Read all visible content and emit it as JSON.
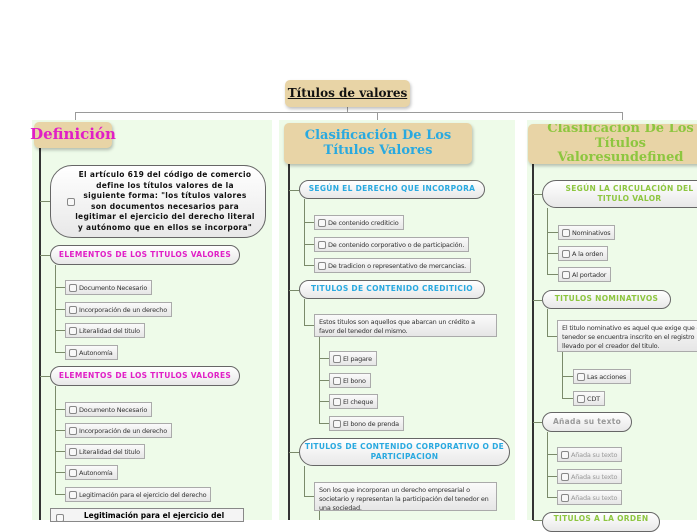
{
  "root": {
    "title": "Títulos de valores"
  },
  "col1": {
    "title": "Definición",
    "color": "#e01fc6",
    "definition": "El artículo 619 del código de comercio define los títulos valores de la siguiente forma: \"los títulos valores son documentos necesarios para legitimar el ejercicio del derecho literal y autónomo que en ellos se incorpora\"",
    "groups": [
      {
        "label": "ELEMENTOS DE LOS TITULOS VALORES",
        "items": [
          "Documento Necesario",
          "Incorporación de un derecho",
          "Literalidad del titulo",
          "Autonomía"
        ]
      },
      {
        "label": "ELEMENTOS DE LOS TITULOS VALORES",
        "items": [
          "Documento Necesario",
          "Incorporación de un derecho",
          "Literalidad del titulo",
          "Autonomía",
          "Legitimación para el ejercicio del derecho"
        ]
      }
    ],
    "bottom_node": "Legitimación para el ejercicio del"
  },
  "col2": {
    "title": "Clasificación De Los Títulos Valores",
    "color": "#29a9e0",
    "group1": {
      "label": "SEGÚN EL DERECHO QUE INCORPORA",
      "items": [
        "De contenido crediticio",
        "De contenido corporativo o de participación.",
        "De tradicion o representativo de mercancias."
      ]
    },
    "group2": {
      "label": "TITULOS DE CONTENIDO CREDITICIO",
      "desc": "Estos titulos son aquellos que abarcan un crédito a favor del tenedor del mismo.",
      "items": [
        "El pagare",
        "El bono",
        "El cheque",
        "El bono de prenda"
      ]
    },
    "group3": {
      "label": "TITULOS DE CONTENIDO CORPORATIVO O DE PARTICIPACION",
      "desc": "Son los que incorporan un derecho empresarial o societario y representan la participación del tenedor en una sociedad."
    }
  },
  "col3": {
    "title": "Clasificación De Los Títulos Valoresundefined",
    "color": "#8dc63f",
    "group1": {
      "label": "SEGÚN LA CIRCULACIÓN DEL TITULO VALOR",
      "items": [
        "Nominativos",
        "A la orden",
        "Al portador"
      ]
    },
    "group2": {
      "label": "TITULOS NOMINATIVOS",
      "desc": "El titulo nominativo es aquel que exige que el tenedor se encuentra inscrito en el registro llevado por el creador del titulo.",
      "items": [
        "Las acciones",
        "CDT"
      ]
    },
    "group3": {
      "label": "Añada su texto",
      "items": [
        "Añada su texto",
        "Añada su texto",
        "Añada su texto"
      ]
    },
    "group4": {
      "label": "TITULOS A LA ORDEN"
    }
  }
}
